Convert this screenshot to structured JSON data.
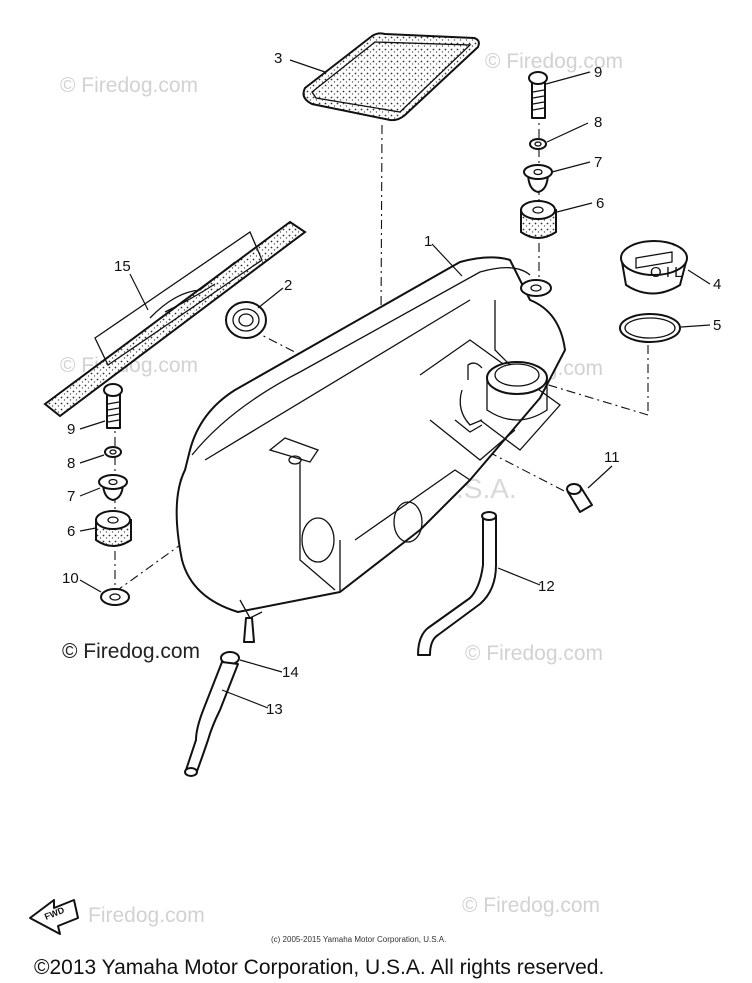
{
  "watermarks": {
    "firedog": "© Firedog.com",
    "firedog_plain": "Firedog.com",
    "center": "Yamaha Motor Corp U.S.A."
  },
  "callouts": {
    "p1": "1",
    "p2": "2",
    "p3": "3",
    "p4": "4",
    "p5": "5",
    "p6": "6",
    "p7": "7",
    "p8": "8",
    "p9": "9",
    "p10": "10",
    "p11": "11",
    "p12": "12",
    "p13": "13",
    "p14": "14",
    "p15": "15"
  },
  "fwd_label": "FWD",
  "copyright_small": "(c) 2005-2015 Yamaha Motor Corporation, U.S.A.",
  "copyright_main": "©2013 Yamaha Motor Corporation, U.S.A. All rights reserved."
}
